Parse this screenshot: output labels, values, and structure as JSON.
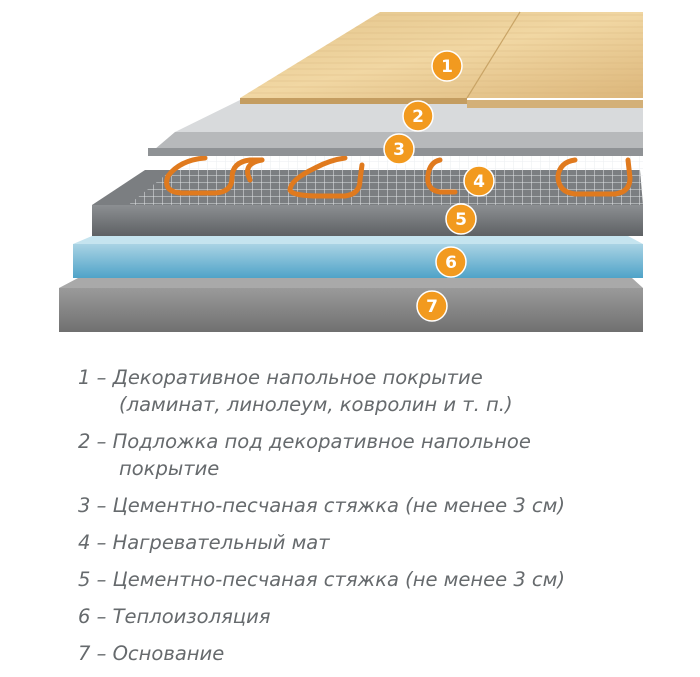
{
  "layers": [
    {
      "number": "1",
      "separator": "–",
      "line1": "Декоративное напольное покрытие",
      "line2": "(ламинат, линолеум, ковролин и т. п.)"
    },
    {
      "number": "2",
      "separator": "–",
      "line1": "Подложка под декоративное напольное",
      "line2": "покрытие"
    },
    {
      "number": "3",
      "separator": "–",
      "line1": "Цементно-песчаная стяжка (не менее 3 см)",
      "line2": ""
    },
    {
      "number": "4",
      "separator": "–",
      "line1": "Нагревательный мат",
      "line2": ""
    },
    {
      "number": "5",
      "separator": "–",
      "line1": "Цементно-песчаная стяжка (не менее 3 см)",
      "line2": ""
    },
    {
      "number": "6",
      "separator": "–",
      "line1": "Теплоизоляция",
      "line2": ""
    },
    {
      "number": "7",
      "separator": "–",
      "line1": "Основание",
      "line2": ""
    }
  ],
  "colors": {
    "badge": "#f29a1f",
    "text": "#666a6d",
    "cable": "#e07a1e"
  }
}
